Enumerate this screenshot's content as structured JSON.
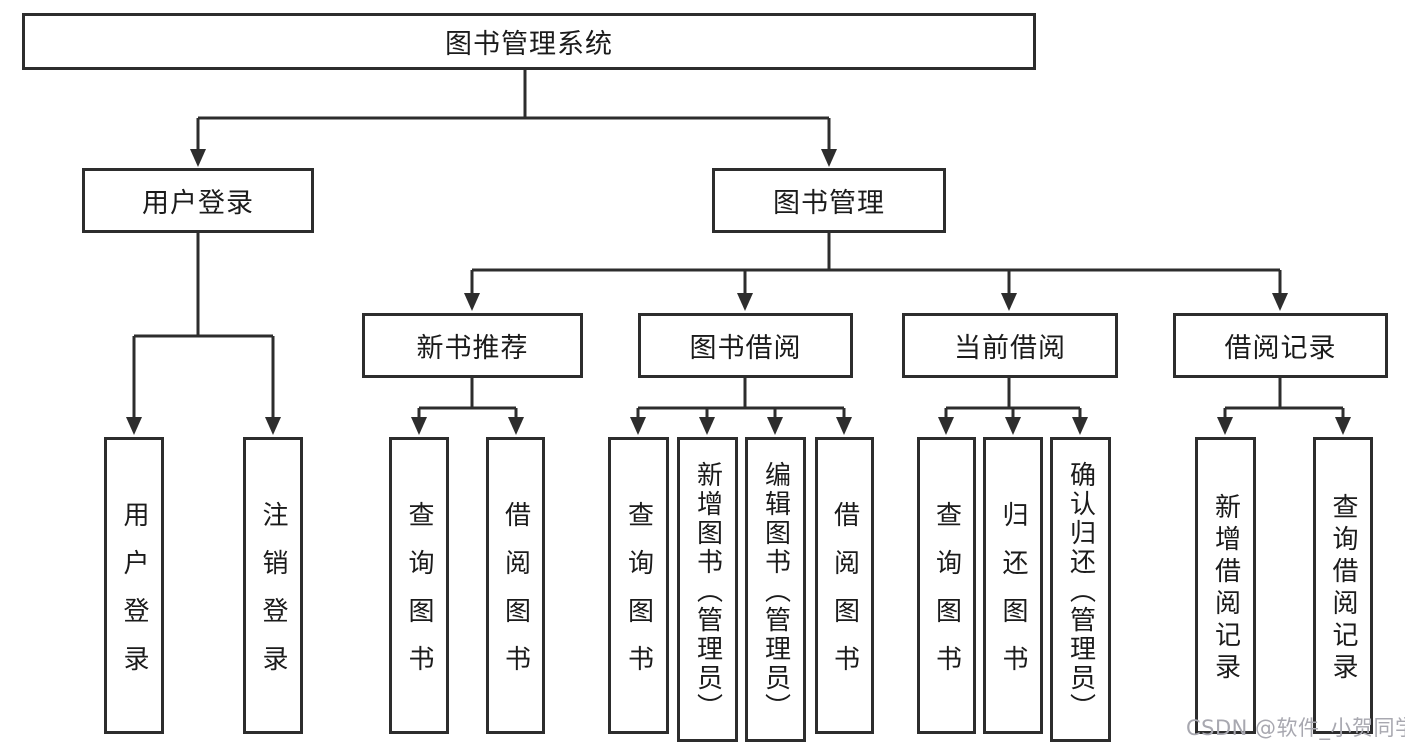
{
  "tree": {
    "root": {
      "label": "图书管理系统"
    },
    "children": [
      {
        "label": "用户登录",
        "children": [
          {
            "label": "用户登录"
          },
          {
            "label": "注销登录"
          }
        ]
      },
      {
        "label": "图书管理",
        "children": [
          {
            "label": "新书推荐",
            "children": [
              {
                "label": "查询图书"
              },
              {
                "label": "借阅图书"
              }
            ]
          },
          {
            "label": "图书借阅",
            "children": [
              {
                "label": "查询图书"
              },
              {
                "label": "新增图书（管理员）"
              },
              {
                "label": "编辑图书（管理员）"
              },
              {
                "label": "借阅图书"
              }
            ]
          },
          {
            "label": "当前借阅",
            "children": [
              {
                "label": "查询图书"
              },
              {
                "label": "归还图书"
              },
              {
                "label": "确认归还（管理员）"
              }
            ]
          },
          {
            "label": "借阅记录",
            "children": [
              {
                "label": "新增借阅记录"
              },
              {
                "label": "查询借阅记录"
              }
            ]
          }
        ]
      }
    ]
  },
  "watermark": {
    "text": "CSDN @软件_小贺同学"
  },
  "colors": {
    "line": "#2d2d2d",
    "text": "#1b1b1b",
    "watermark_gray": "#a8a8b0",
    "background": "#ffffff"
  }
}
